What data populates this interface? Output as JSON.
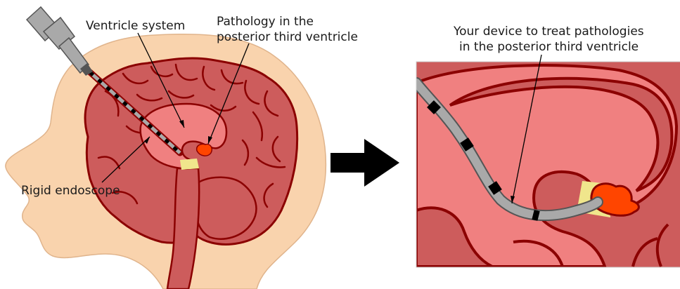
{
  "labels": {
    "ventricle_system": "Ventricle system",
    "pathology_line1": "Pathology in the",
    "pathology_line2": "posterior third ventricle",
    "rigid_endoscope": "Rigid endoscope",
    "device_line1": "Your device to treat pathologies",
    "device_line2": "in the posterior third ventricle"
  },
  "colors": {
    "skin": "#f9d3ad",
    "brain": "#cd5c5c",
    "brain_outline": "#8b0000",
    "ventricle": "#f08080",
    "pathology": "#ff4500",
    "yellow_region": "#f0e68c",
    "endoscope_body": "#a9a9a9",
    "arrow": "#000000"
  }
}
